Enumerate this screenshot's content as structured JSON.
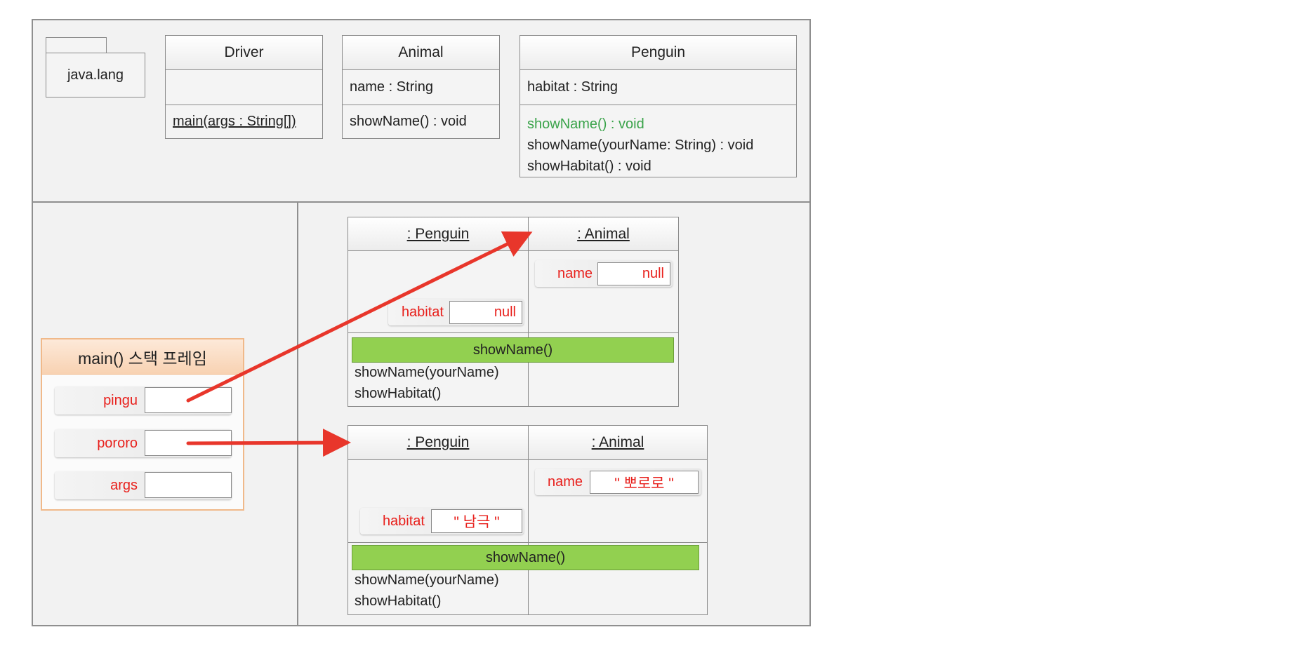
{
  "package": {
    "name": "java.lang"
  },
  "classes": {
    "driver": {
      "name": "Driver",
      "method": "main(args : String[])"
    },
    "animal": {
      "name": "Animal",
      "field": "name : String",
      "method": "showName() : void"
    },
    "penguin": {
      "name": "Penguin",
      "field": "habitat : String",
      "methods": [
        "showName() : void",
        "showName(yourName: String) : void",
        "showHabitat() : void"
      ]
    }
  },
  "stack": {
    "title": "main() 스택 프레임",
    "vars": [
      "pingu",
      "pororo",
      "args"
    ]
  },
  "objects": [
    {
      "penguin_label": ": Penguin",
      "animal_label": ": Animal",
      "animal_field": {
        "name": "name",
        "value": "null"
      },
      "penguin_field": {
        "name": "habitat",
        "value": "null"
      },
      "override_method": "showName()",
      "methods": [
        "showName(yourName)",
        "showHabitat()"
      ]
    },
    {
      "penguin_label": ": Penguin",
      "animal_label": ": Animal",
      "animal_field": {
        "name": "name",
        "value": "\" 뽀로로 \""
      },
      "penguin_field": {
        "name": "habitat",
        "value": "\" 남극 \""
      },
      "override_method": "showName()",
      "methods": [
        "showName(yourName)",
        "showHabitat()"
      ]
    }
  ],
  "colors": {
    "arrow": "#e8362b",
    "override_bar": "#92d050",
    "highlight_text": "#3aa34a",
    "field_text": "#e8201c"
  }
}
